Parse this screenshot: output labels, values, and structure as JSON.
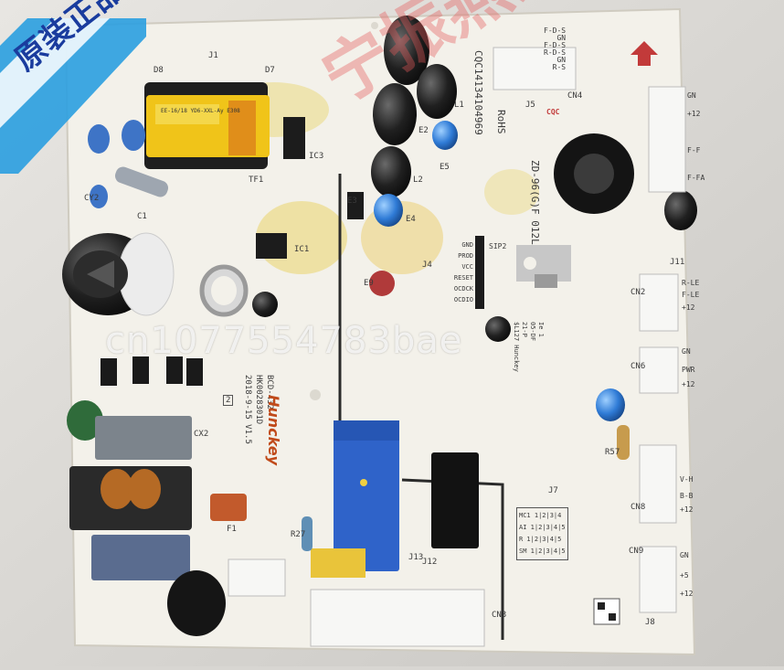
{
  "photo": {
    "subject": "",
    "board_colors": {
      "pcb": "#f2f0ea",
      "background": "#d8d6d2",
      "relay_blue": "#2f63c9",
      "capacitor_black": "#1d1d1d"
    }
  },
  "silkscreen": {
    "part_number": "CQC14134104969",
    "rohs": "RoHS",
    "model": "BCD-432",
    "board_id": "HK0028301D",
    "date_version": "2018-9-15 V1.5",
    "brand": "Hunckey",
    "mark_2": "2",
    "cqc": "CQC",
    "zd_label": "ZD-96(G)F 012L",
    "connector_labels": [
      "F-D-S",
      "GN",
      "F-D-S",
      "R-D-S",
      "GN",
      "R-S"
    ],
    "ref_cn4": "CN4",
    "ref_j5": "J5",
    "ref_j1": "J1",
    "ref_j4": "J4",
    "ref_j11": "J11",
    "ref_j7": "J7",
    "ref_j8": "J8",
    "ref_j13": "J13",
    "ref_j12": "J12",
    "ref_cn2": "CN2",
    "ref_cn6": "CN6",
    "ref_cn8": "CN8",
    "ref_cn9": "CN9",
    "ref_cn3": "CN3",
    "ref_ic1": "IC1",
    "ref_ic3": "IC3",
    "ref_tf1": "TF1",
    "ref_cx2": "CX2",
    "ref_cy2": "CY2",
    "ref_c1": "C1",
    "ref_l1": "L1",
    "ref_l2": "L2",
    "ref_e2": "E2",
    "ref_e3": "E3",
    "ref_e4": "E4",
    "ref_e5": "E5",
    "ref_e9": "E9",
    "ref_d8": "D8",
    "ref_d7": "D7",
    "ref_f1": "F1",
    "ref_r27": "R27",
    "ref_r57": "R57",
    "ref_sip2": "SIP2",
    "right_labels": [
      "GN",
      "+12",
      "F-F",
      "F-FA",
      "R-LE",
      "F-LE",
      "+12",
      "GN",
      "PWR",
      "+12",
      "V-H",
      "B-B",
      "+12",
      "GN",
      "+5",
      "+12"
    ],
    "sip_pins": [
      "GND",
      "PROD",
      "VCC",
      "RESET",
      "OCDCK",
      "OCDIO"
    ],
    "table_rows": [
      "MC1 1|2|3|4",
      "AI 1|2|3|4|5",
      "R 1|2|3|4|5",
      "SM 1|2|3|4|5"
    ],
    "chip_label_lines": [
      "Ie 1",
      "05-DF",
      "21-P",
      "$L127 Hunckey"
    ],
    "transformer_label": "EE-16/18 YD6-XXL-Ay E308"
  },
  "watermarks": {
    "badge": "原装正品",
    "id_text": "cn1077554783bae",
    "red_text": "宁振燕家电配"
  }
}
